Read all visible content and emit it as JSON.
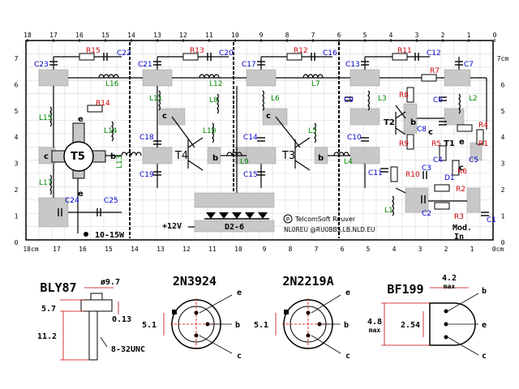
{
  "layout_board": {
    "ruler_top": [
      "18",
      "17",
      "16",
      "15",
      "14",
      "13",
      "12",
      "11",
      "10",
      "9",
      "8",
      "7",
      "6",
      "5",
      "4",
      "3",
      "2",
      "1",
      "0"
    ],
    "ruler_bottom": [
      "18cm",
      "17",
      "16",
      "15",
      "14",
      "13",
      "12",
      "11",
      "10",
      "9",
      "8",
      "7",
      "6",
      "5",
      "4",
      "3",
      "2",
      "1",
      "0cm"
    ],
    "ruler_left": [
      "7",
      "6",
      "5",
      "4",
      "3",
      "2",
      "1",
      "0"
    ],
    "ruler_right": [
      "7cm",
      "6",
      "5",
      "4",
      "3",
      "2",
      "1",
      "0"
    ],
    "components_red": [
      "R15",
      "R13",
      "R12",
      "R11",
      "R7",
      "R14",
      "R8",
      "R4",
      "R9",
      "R5",
      "R6",
      "R1",
      "R10",
      "R2",
      "R3"
    ],
    "components_blue": [
      "C23",
      "C22",
      "C21",
      "C20",
      "C17",
      "C16",
      "C13",
      "C12",
      "C7",
      "C9",
      "C8",
      "C6",
      "C18",
      "C14",
      "C10",
      "C4",
      "C5",
      "C19",
      "C15",
      "C11",
      "C3",
      "C24",
      "C25",
      "D1",
      "C2",
      "C1"
    ],
    "components_green": [
      "L16",
      "L12",
      "L7",
      "L11",
      "L8",
      "L6",
      "L3",
      "L2",
      "L15",
      "L10",
      "L5",
      "L14",
      "L13",
      "L9",
      "L4",
      "L17",
      "L1"
    ],
    "transistors": [
      "T5",
      "T4",
      "T3",
      "T2",
      "T1"
    ],
    "pins": [
      "e",
      "b",
      "c"
    ],
    "diode_label": "D2-6",
    "supply_label": "+12V",
    "output_label": "10-15W",
    "mod_label": "Mod.",
    "in_label": "In",
    "credit_line1": "TelcomSoft  Reuver",
    "credit_line2": "NL0REU  @RU0BBS.LB.NLD.EU",
    "credit_symbol": "P"
  },
  "packages": {
    "bly87": {
      "title": "BLY87",
      "dia": "ø9.7",
      "h1": "5.7",
      "h2": "11.2",
      "t": "0.13",
      "thread": "8-32UNC"
    },
    "n3924": {
      "title": "2N3924",
      "dim": "5.1",
      "pins": [
        "e",
        "b",
        "c"
      ]
    },
    "n2219": {
      "title": "2N2219A",
      "dim": "5.1",
      "pins": [
        "e",
        "b",
        "c"
      ]
    },
    "bf199": {
      "title": "BF199",
      "w1": "4.2",
      "w2": "max",
      "h1": "4.8",
      "h2": "max",
      "p": "2.54",
      "pins": [
        "b",
        "e",
        "c"
      ]
    }
  },
  "colors": {
    "red": "#cc0000",
    "blue": "#0000cc",
    "green": "#008800",
    "pad": "#c8c8c8",
    "grid": "#d8d8d8"
  }
}
